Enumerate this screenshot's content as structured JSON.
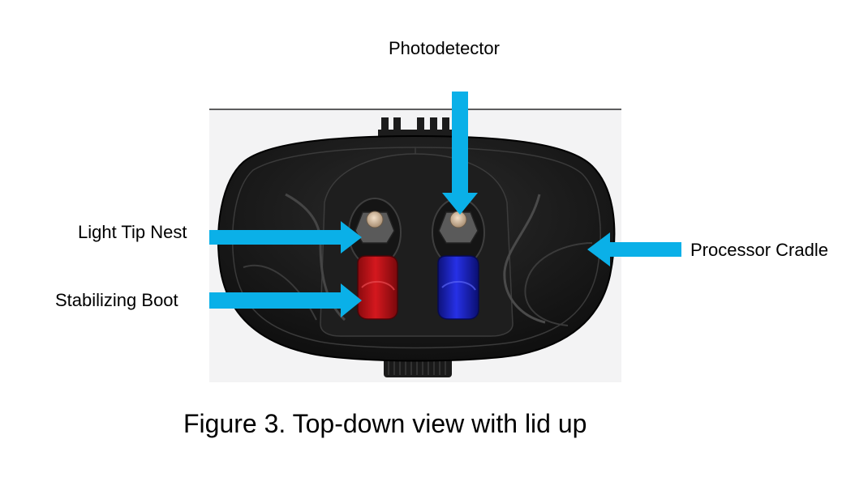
{
  "labels": {
    "photodetector": "Photodetector",
    "light_tip_nest": "Light Tip Nest",
    "stabilizing_boot": "Stabilizing Boot",
    "processor_cradle": "Processor Cradle"
  },
  "caption": "Figure 3. Top-down view with lid up",
  "colors": {
    "arrow": "#0ab0e8",
    "device_body": "#1a1a1a",
    "left_boot": "#c0151a",
    "right_boot": "#1a22d8"
  }
}
